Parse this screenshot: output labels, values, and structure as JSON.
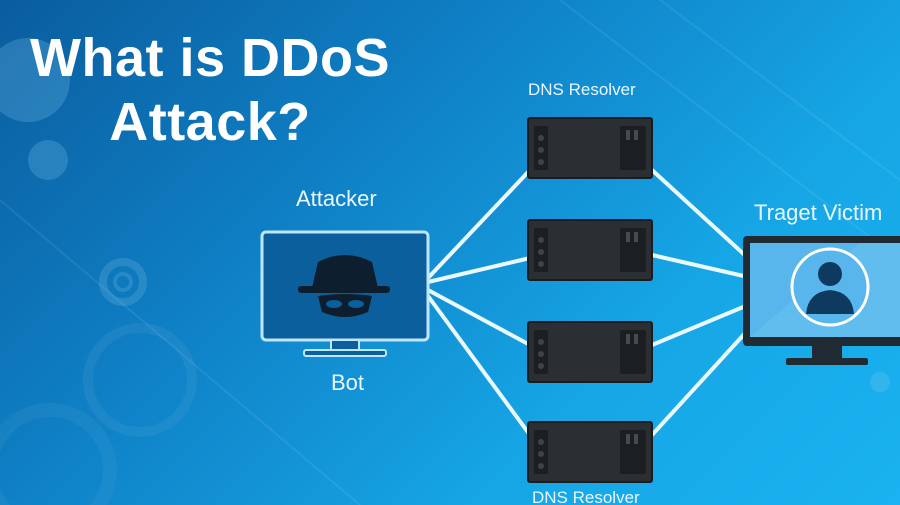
{
  "title": {
    "line1": "What is DDoS",
    "line2": "Attack?"
  },
  "labels": {
    "attacker": "Attacker",
    "bot": "Bot",
    "dns_top": "DNS Resolver",
    "dns_bottom": "DNS Resolver",
    "victim": "Traget Victim"
  },
  "icons": {
    "attacker_figure": "hat-spy-icon",
    "victim_figure": "user-silhouette-icon",
    "server": "server-rack-icon",
    "gear": "gear-icon"
  },
  "colors": {
    "background_dark": "#0a5d9e",
    "background_light": "#1ab2f0",
    "server_body": "#2b2f33",
    "connection_line": "#eaf8ff",
    "monitor_frame": "#1f2a33",
    "attacker_monitor": "#0b5f9c",
    "victim_screen": "#58b6ec"
  }
}
